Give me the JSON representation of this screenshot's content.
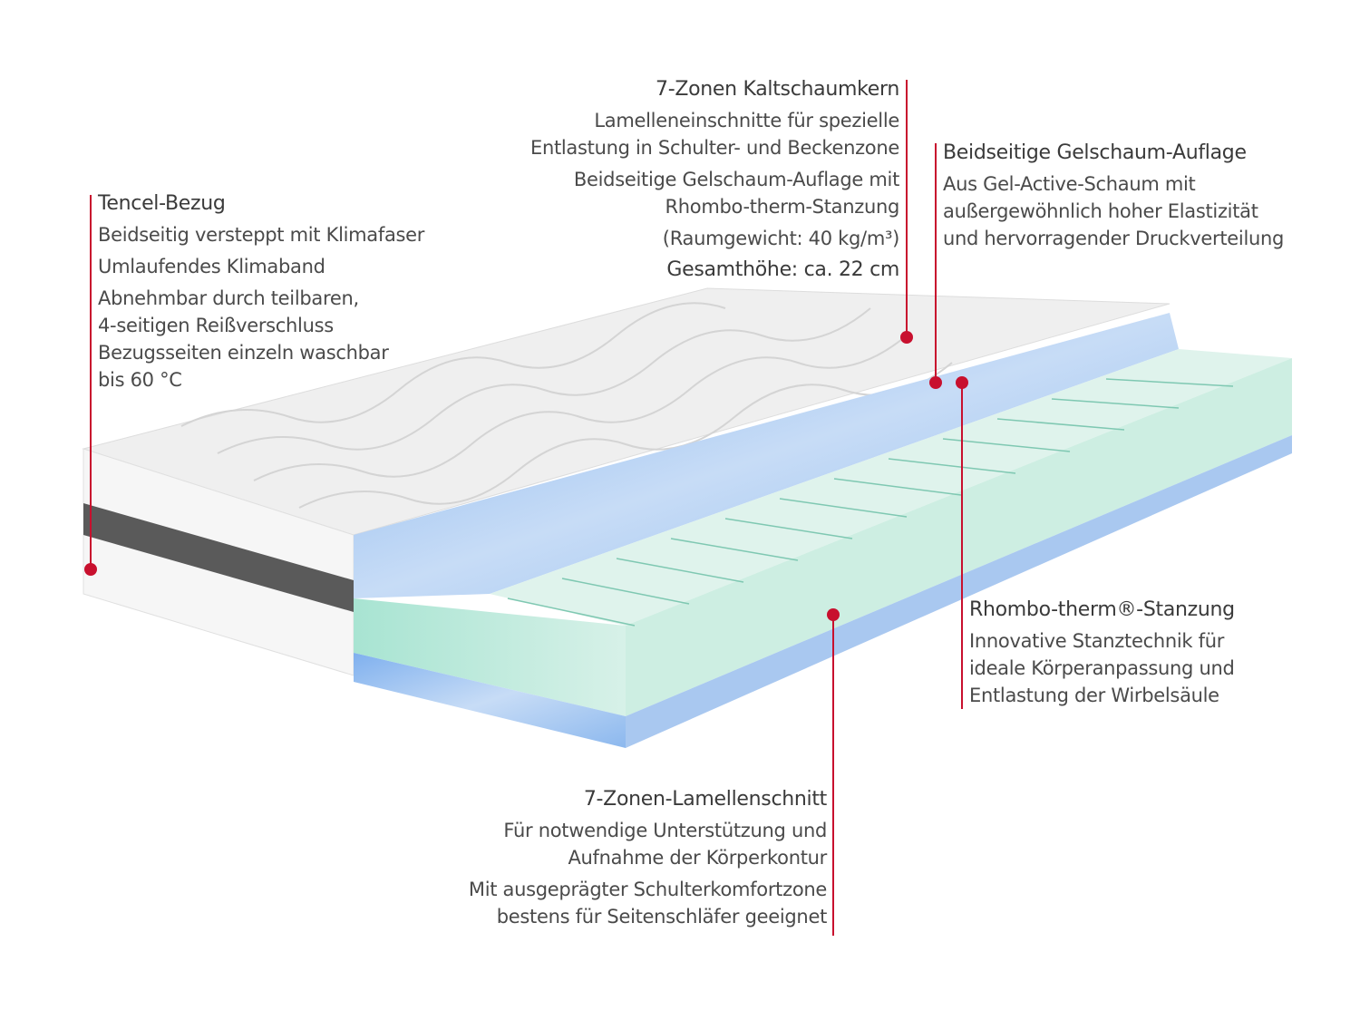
{
  "colors": {
    "accent": "#c8102e",
    "text": "#4a4a4a",
    "gel": "#8fb6ec",
    "core": "#bfe9dc",
    "cover": "#f3f3f3",
    "band": "#5a5a5a"
  },
  "labels": {
    "tencel": {
      "title": "Tencel-Bezug",
      "lines": [
        "Beidseitig versteppt mit Klimafaser",
        "Umlaufendes Klimaband",
        "Abnehmbar durch teilbaren,",
        "4-seitigen Reißverschluss",
        "Bezugsseiten einzeln waschbar",
        "bis 60 °C"
      ]
    },
    "kern": {
      "title": "7-Zonen Kaltschaumkern",
      "lines": [
        "Lamelleneinschnitte für spezielle",
        "Entlastung in Schulter- und Beckenzone",
        "Beidseitige Gelschaum-Auflage mit",
        "Rhombo-therm-Stanzung",
        "(Raumgewicht: 40 kg/m³)"
      ],
      "height": "Gesamthöhe: ca. 22 cm"
    },
    "gel": {
      "title": "Beidseitige Gelschaum-Auflage",
      "lines": [
        "Aus Gel-Active-Schaum mit",
        "außergewöhnlich hoher Elastizität",
        "und hervorragender Druckverteilung"
      ]
    },
    "rhombo": {
      "title": "Rhombo-therm®-Stanzung",
      "lines": [
        "Innovative Stanztechnik für",
        "ideale Körperanpassung und",
        "Entlastung der Wirbelsäule"
      ]
    },
    "lamellen": {
      "title": "7-Zonen-Lamellenschnitt",
      "lines": [
        "Für notwendige Unterstützung und",
        "Aufnahme der Körperkontur",
        "Mit ausgeprägter Schulterkomfortzone",
        "bestens für Seitenschläfer geeignet"
      ]
    }
  }
}
